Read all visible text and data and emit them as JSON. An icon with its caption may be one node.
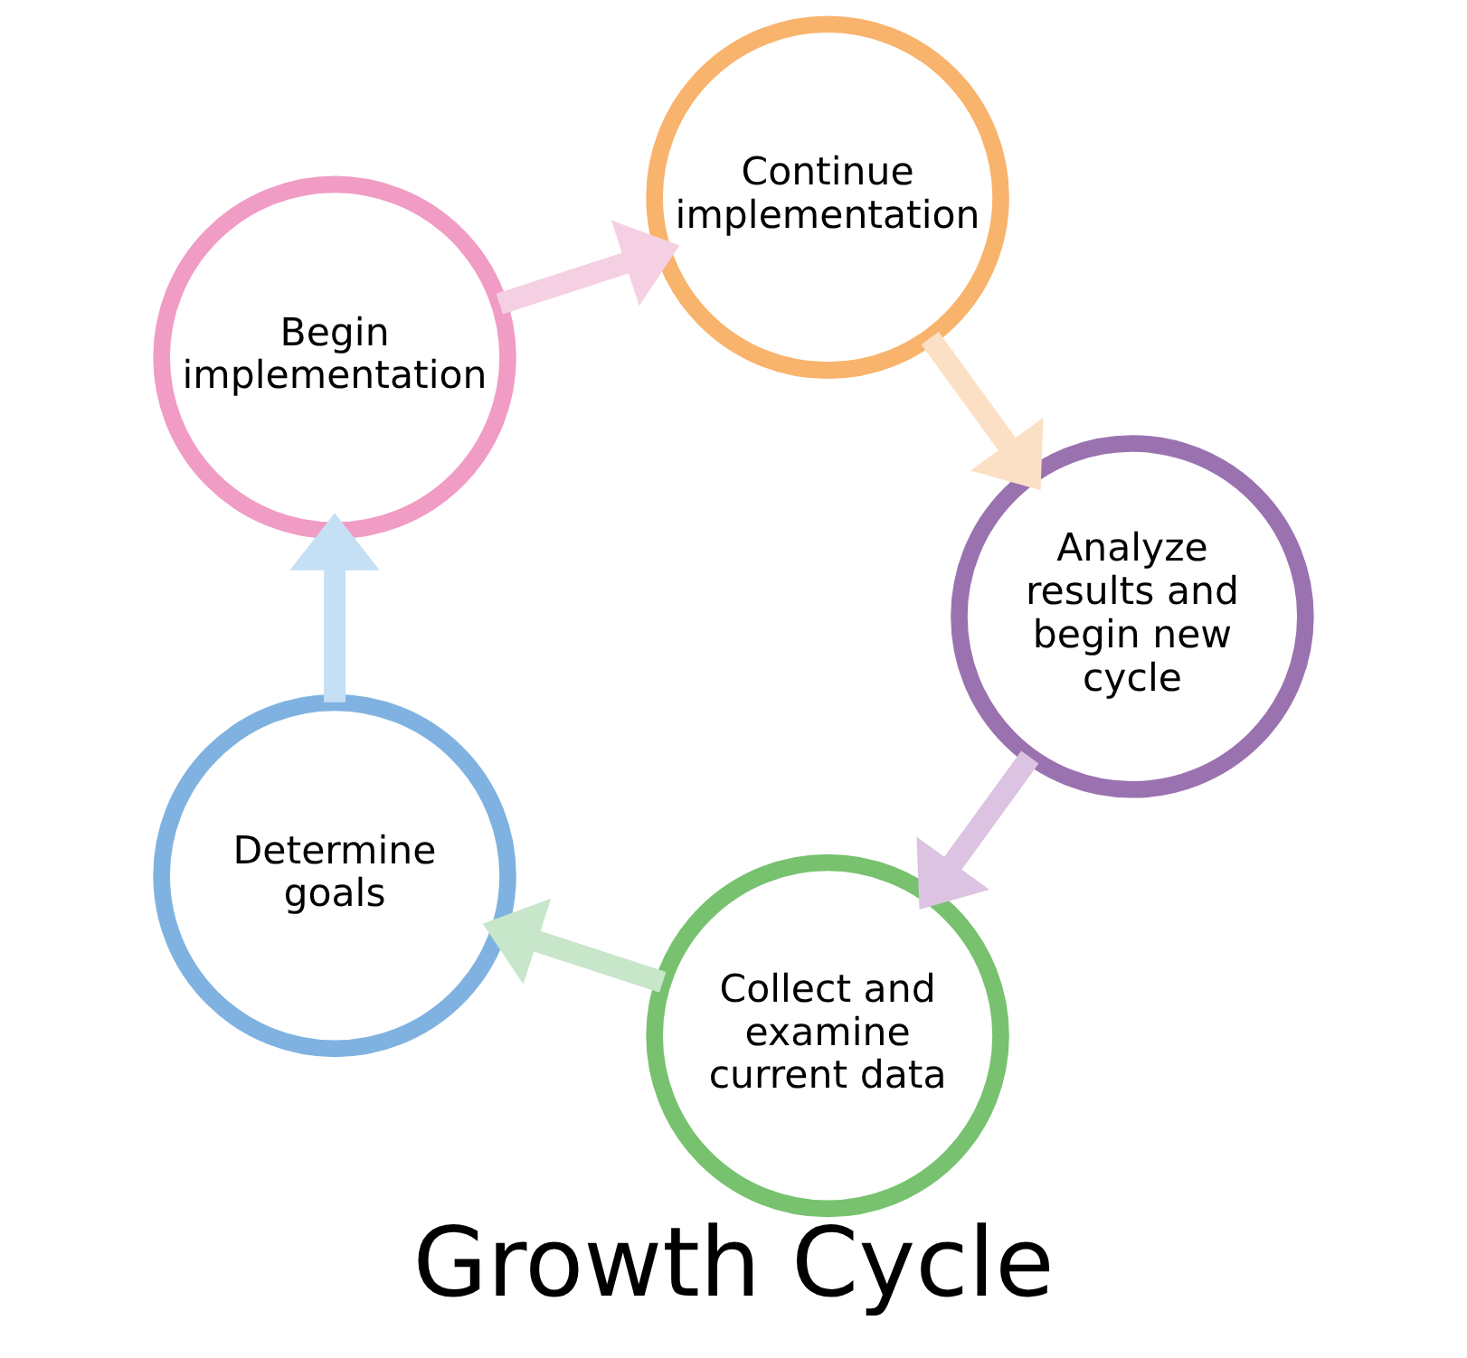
{
  "diagram": {
    "title": "Growth Cycle",
    "nodes": [
      {
        "text": [
          "Collect and examine current data"
        ]
      },
      {
        "text": [
          "Determine goals"
        ]
      },
      {
        "text": [
          "Begin implementation"
        ]
      },
      {
        "text": [
          "Continue implementation"
        ]
      },
      {
        "text": [
          "Analyze results and begin new cycle"
        ]
      }
    ],
    "edges": [
      {
        "from": 0,
        "to": 1,
        "arrow": "to",
        "color": "#c8e6c9"
      },
      {
        "from": 1,
        "to": 2,
        "arrow": "to",
        "color": "#c5dff5"
      },
      {
        "from": 2,
        "to": 3,
        "arrow": "to",
        "color": "#f5d0e3"
      },
      {
        "from": 3,
        "to": 4,
        "arrow": "to",
        "color": "#fce0c6"
      },
      {
        "from": 4,
        "to": 0,
        "arrow": "to",
        "color": "#dcc3e2"
      }
    ]
  }
}
